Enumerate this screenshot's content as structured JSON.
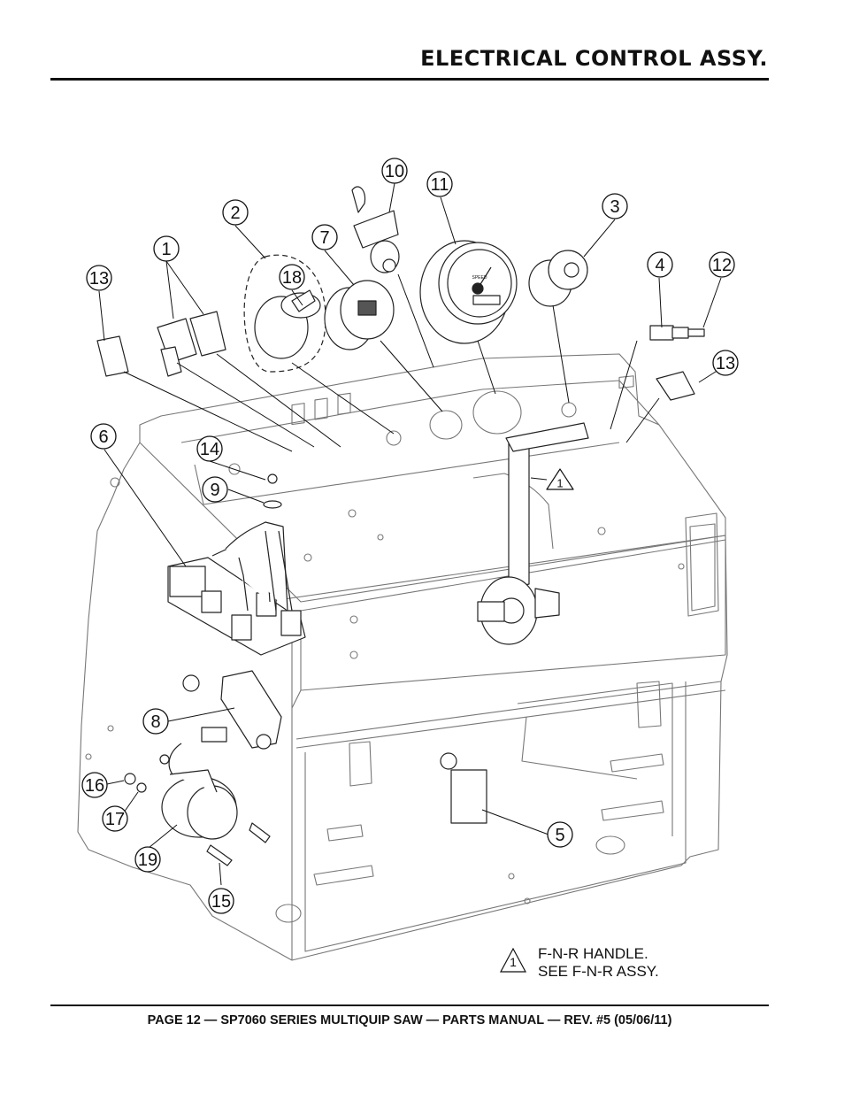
{
  "header": {
    "title": "ELECTRICAL CONTROL ASSY."
  },
  "callouts": [
    "1",
    "2",
    "3",
    "4",
    "5",
    "6",
    "7",
    "8",
    "9",
    "10",
    "11",
    "12",
    "13",
    "13",
    "14",
    "15",
    "16",
    "17",
    "18",
    "19"
  ],
  "handle_callout": "1",
  "gauge_label": "SPEED",
  "note": {
    "symbol_label": "1",
    "line1": "F-N-R HANDLE.",
    "line2": "SEE F-N-R ASSY."
  },
  "footer": {
    "text": "PAGE 12 — SP7060 SERIES MULTIQUIP SAW — PARTS MANUAL — REV. #5 (05/06/11)"
  }
}
